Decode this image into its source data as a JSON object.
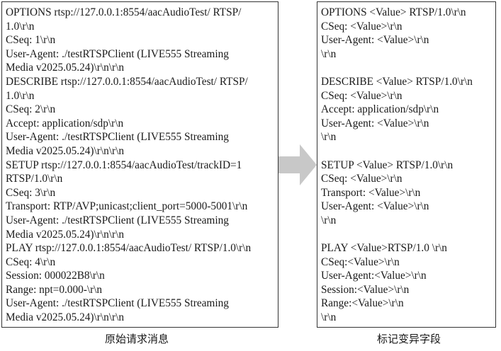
{
  "original": {
    "caption": "原始请求消息",
    "lines": [
      "OPTIONS rtsp://127.0.0.1:8554/aacAudioTest/ RTSP/",
      "1.0\\r\\n",
      "CSeq: 1\\r\\n",
      "User-Agent: ./testRTSPClient (LIVE555 Streaming",
      "Media v2025.05.24)\\r\\n\\r\\n",
      "DESCRIBE rtsp://127.0.0.1:8554/aacAudioTest/ RTSP/",
      "1.0\\r\\n",
      "CSeq: 2\\r\\n",
      "Accept: application/sdp\\r\\n",
      "User-Agent: ./testRTSPClient (LIVE555 Streaming",
      "Media v2025.05.24)\\r\\n\\r\\n",
      "SETUP rtsp://127.0.0.1:8554/aacAudioTest/trackID=1",
      "RTSP/1.0\\r\\n",
      "CSeq: 3\\r\\n",
      "Transport: RTP/AVP;unicast;client_port=5000-5001\\r\\n",
      "User-Agent: ./testRTSPClient (LIVE555 Streaming",
      "Media v2025.05.24)\\r\\n\\r\\n",
      "PLAY rtsp://127.0.0.1:8554/aacAudioTest/ RTSP/1.0\\r\\n",
      "CSeq: 4\\r\\n",
      "Session: 000022B8\\r\\n",
      "Range: npt=0.000-\\r\\n",
      "User-Agent: ./testRTSPClient (LIVE555 Streaming",
      "Media v2025.05.24)\\r\\n\\r\\n"
    ]
  },
  "marked": {
    "caption": "标记变异字段",
    "lines": [
      "OPTIONS <Value> RTSP/1.0\\r\\n",
      "CSeq: <Value>\\r\\n",
      "User-Agent: <Value>\\r\\n",
      "\\r\\n",
      "",
      "DESCRIBE <Value> RTSP/1.0\\r\\n",
      "CSeq: <Value>\\r\\n",
      "Accept: application/sdp\\r\\n",
      "User-Agent: <Value>\\r\\n",
      "\\r\\n",
      "",
      "SETUP <Value> RTSP/1.0\\r\\n",
      "CSeq: <Value>\\r\\n",
      "Transport: <Value>\\r\\n",
      "User-Agent: <Value>\\r\\n",
      "\\r\\n",
      "",
      "PLAY <Value>RTSP/1.0 \\r\\n",
      "CSeq:<Value>\\r\\n",
      "User-Agent:<Value>\\r\\n",
      "Session:<Value>\\r\\n",
      "Range:<Value>\\r\\n",
      "\\r\\n"
    ]
  },
  "arrow_color": "#c8c8c8"
}
